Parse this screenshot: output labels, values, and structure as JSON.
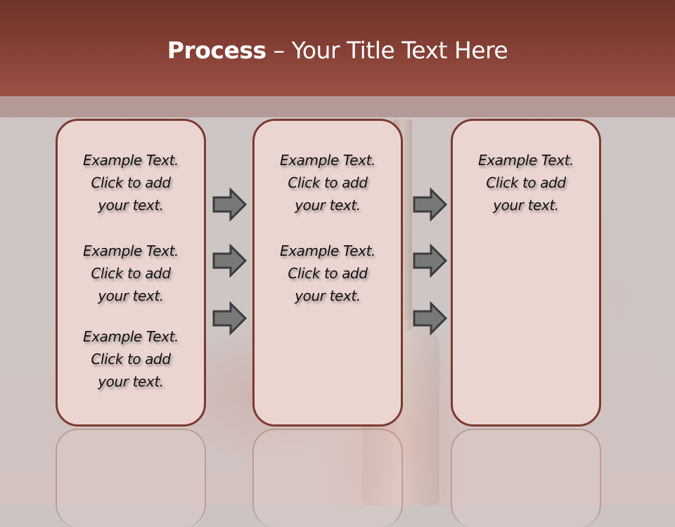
{
  "slide": {
    "title_bold": "Process",
    "title_rest": " – Your Title Text Here",
    "colors": {
      "header_top": "#6d342b",
      "header_bottom": "#9d5245",
      "band": "#b49a96",
      "box_fill": "#ebd5d1",
      "box_border": "#7d3a2f",
      "arrow_fill": "#787878",
      "arrow_stroke": "#3c3c3c"
    }
  },
  "columns": [
    {
      "items": [
        {
          "line1": "Example Text.",
          "line2": "Click  to add",
          "line3": "your text."
        },
        {
          "line1": "Example Text.",
          "line2": "Click  to add",
          "line3": "your text."
        },
        {
          "line1": "Example Text.",
          "line2": "Click  to add",
          "line3": "your text."
        }
      ]
    },
    {
      "items": [
        {
          "line1": "Example Text.",
          "line2": "Click  to add",
          "line3": "your text."
        },
        {
          "line1": "Example Text.",
          "line2": "Click  to add",
          "line3": "your text."
        }
      ]
    },
    {
      "items": [
        {
          "line1": "Example Text.",
          "line2": "Click  to add",
          "line3": "your text."
        }
      ]
    }
  ],
  "arrows": {
    "icon": "right-arrow-icon",
    "count_per_gap": 3
  }
}
